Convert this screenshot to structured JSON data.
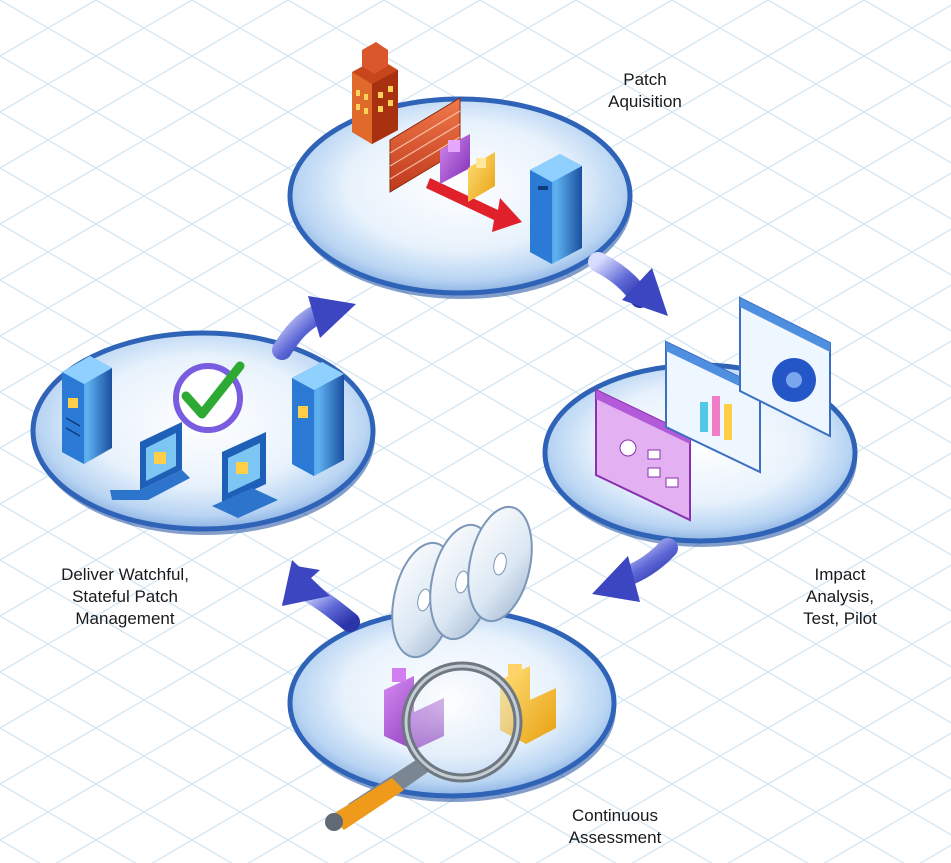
{
  "diagram": {
    "stages": [
      {
        "id": "patch-acquisition",
        "lines": [
          "Patch",
          "Aquisition"
        ]
      },
      {
        "id": "impact-analysis",
        "lines": [
          "Impact",
          "Analysis,",
          "Test, Pilot"
        ]
      },
      {
        "id": "continuous-assessment",
        "lines": [
          "Continuous",
          "Assessment"
        ]
      },
      {
        "id": "deliver-management",
        "lines": [
          "Deliver Watchful,",
          "Stateful Patch",
          "Management"
        ]
      }
    ],
    "flow": "clockwise",
    "icons": {
      "acquisition": [
        "office-building-icon",
        "firewall-icon",
        "puzzle-piece-icon",
        "server-tower-icon"
      ],
      "impact": [
        "flowchart-window-icon",
        "bar-chart-window-icon",
        "pie-chart-window-icon"
      ],
      "assessment": [
        "cd-discs-icon",
        "puzzle-pieces-icon",
        "magnifying-glass-icon"
      ],
      "deliver": [
        "server-icon",
        "checkmark-icon",
        "laptop-icon",
        "desktop-icon",
        "server-tower-icon"
      ]
    },
    "colors": {
      "grid": "#cfe6f4",
      "disk_fill": "#dcecfb",
      "disk_rim": "#2f63b8",
      "arrow": "#4a58c8",
      "check": "#2eaa34",
      "check_ring": "#7a5ce0"
    }
  }
}
